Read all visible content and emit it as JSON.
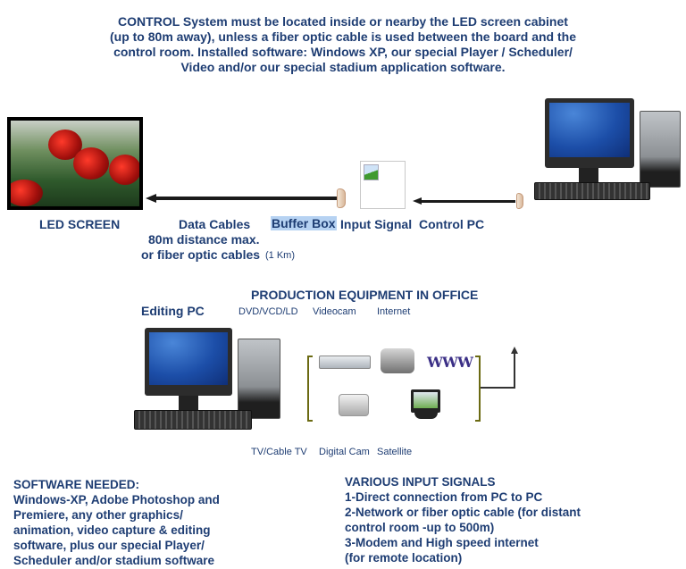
{
  "intro": {
    "lines": [
      "CONTROL System must be located inside or nearby the LED screen cabinet",
      "(up to 80m away), unless a fiber optic cable is used between the board and the",
      "control room. Installed software: Windows XP, our special Player / Scheduler/",
      "Video and/or our special stadium application software."
    ]
  },
  "control_chain": {
    "led_screen_label": "LED SCREEN",
    "data_cables_label": "Data Cables",
    "distance_label": "80m distance max.",
    "fiber_label": "or fiber optic cables",
    "fiber_distance": "(1 Km)",
    "buffer_box_label": "Buffer Box",
    "input_signal_label": "Input Signal",
    "control_pc_label": "Control PC",
    "icons": [
      "led-screen-image",
      "cable-arrow",
      "connector",
      "broken-image",
      "computer"
    ]
  },
  "production": {
    "title": "PRODUCTION EQUIPMENT IN OFFICE",
    "editing_pc_label": "Editing PC",
    "top_devices": [
      "DVD/VCD/LD",
      "Videocam",
      "Internet"
    ],
    "bottom_devices": [
      "TV/Cable TV",
      "Digital Cam",
      "Satellite"
    ],
    "www_text": "WWW"
  },
  "software": {
    "title": "SOFTWARE NEEDED:",
    "lines": [
      "Windows-XP, Adobe Photoshop and",
      "Premiere, any other graphics/",
      "animation, video capture & editing",
      "software,  plus our special Player/",
      "Scheduler and/or stadium software"
    ]
  },
  "input_signals": {
    "title": "VARIOUS INPUT SIGNALS",
    "lines": [
      "1-Direct connection from PC to PC",
      "2-Network or fiber optic cable (for distant",
      "control room -up to 500m)",
      "3-Modem and High speed internet",
      "(for remote location)"
    ]
  },
  "colors": {
    "text": "#1e3d73",
    "highlight": "#b6d2f2",
    "bracket": "#6b6a12"
  }
}
